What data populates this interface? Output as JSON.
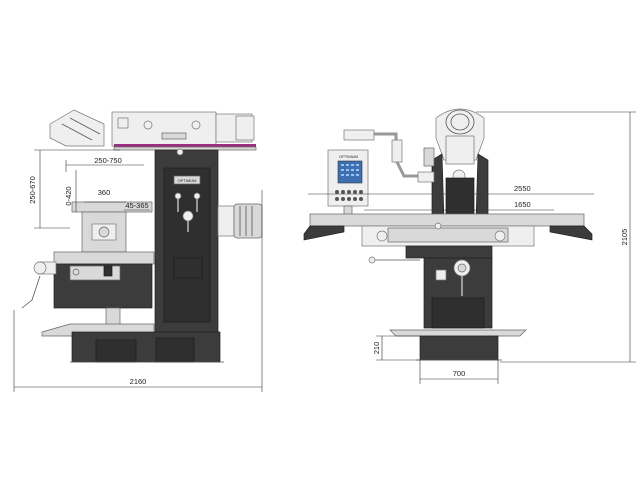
{
  "dimensions": {
    "travel_x": "250-750",
    "quill_z": "250-670",
    "knee_z": "0-420",
    "table_y": "360",
    "head_angle": "45-365",
    "overall_length": "2160",
    "table_length": "2550",
    "table_travel": "1650",
    "overall_height": "2105",
    "base_height": "210",
    "base_width": "700"
  },
  "labels": {
    "brand_label": "OPTIMUM",
    "side_plate": "OPTIMUM"
  },
  "colors": {
    "machine_dark": "#3c3c3c",
    "accent_stripe": "#9b2f7f",
    "panel_blue": "#3e6fb0"
  }
}
